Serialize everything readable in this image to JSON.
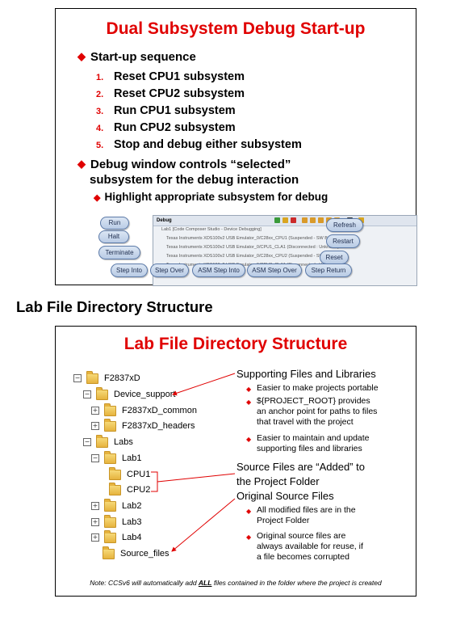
{
  "slide1": {
    "title": "Dual Subsystem Debug Start-up",
    "bullet1": "Start-up sequence",
    "steps": [
      {
        "num": "1.",
        "text": "Reset CPU1 subsystem"
      },
      {
        "num": "2.",
        "text": "Reset CPU2 subsystem"
      },
      {
        "num": "3.",
        "text": "Run CPU1 subsystem"
      },
      {
        "num": "4.",
        "text": "Run CPU2 subsystem"
      },
      {
        "num": "5.",
        "text": "Stop and debug either subsystem"
      }
    ],
    "bullet2_line1": "Debug window controls “selected”",
    "bullet2_line2": "subsystem for the debug interaction",
    "sub_bullet": "Highlight appropriate subsystem for debug",
    "debug_window": {
      "tab": "Debug",
      "lines": [
        "Lab1 [Code Composer Studio - Device Debugging]",
        "Texas Instruments XDS100v2 USB Emulator_0/C28xx_CPU1 (Suspended - SW Breakpoint)",
        "Texas Instruments XDS100v2 USB Emulator_0/CPU1_CLA1 (Disconnected : Unknown)",
        "Texas Instruments XDS100v2 USB Emulator_0/C28xx_CPU2 (Suspended - SW Breakpoint)",
        "Texas Instruments XDS100v2 USB Emulator_0/CPU2_CLA1 (Disconnected : Unknown)"
      ],
      "callouts": {
        "run": "Run",
        "halt": "Halt",
        "terminate": "Terminate",
        "refresh": "Refresh",
        "restart": "Restart",
        "reset": "Reset",
        "step_into": "Step Into",
        "step_over": "Step Over",
        "asm_step_into": "ASM Step Into",
        "asm_step_over": "ASM Step Over",
        "step_return": "Step Return"
      }
    }
  },
  "section_heading": "Lab File Directory Structure",
  "slide2": {
    "title": "Lab File Directory Structure",
    "tree": {
      "root": "F2837xD",
      "device_support": "Device_support",
      "common": "F2837xD_common",
      "headers": "F2837xD_headers",
      "labs": "Labs",
      "lab1": "Lab1",
      "cpu1": "CPU1",
      "cpu2": "CPU2",
      "lab2": "Lab2",
      "lab3": "Lab3",
      "lab4": "Lab4",
      "source_files": "Source_files"
    },
    "supporting": {
      "heading": "Supporting Files and Libraries",
      "items": [
        [
          "Easier to make projects portable"
        ],
        [
          "${PROJECT_ROOT} provides",
          "an anchor point for paths to files",
          "that travel with the project"
        ],
        [
          "Easier to maintain and update",
          "supporting files and libraries"
        ]
      ]
    },
    "added_line1": "Source Files are “Added” to",
    "added_line2": "the Project Folder",
    "original": {
      "heading": "Original Source Files",
      "items": [
        [
          "All modified files are in the",
          "Project Folder"
        ],
        [
          "Original source files are",
          "always available for reuse, if",
          "a file becomes corrupted"
        ]
      ]
    },
    "note_pre": "Note: CCSv6 will automatically add ",
    "note_all": "ALL",
    "note_post": " files contained in the folder where the project is created"
  },
  "colors": {
    "accent": "#e00000",
    "callout_border": "#5c7aa8"
  }
}
